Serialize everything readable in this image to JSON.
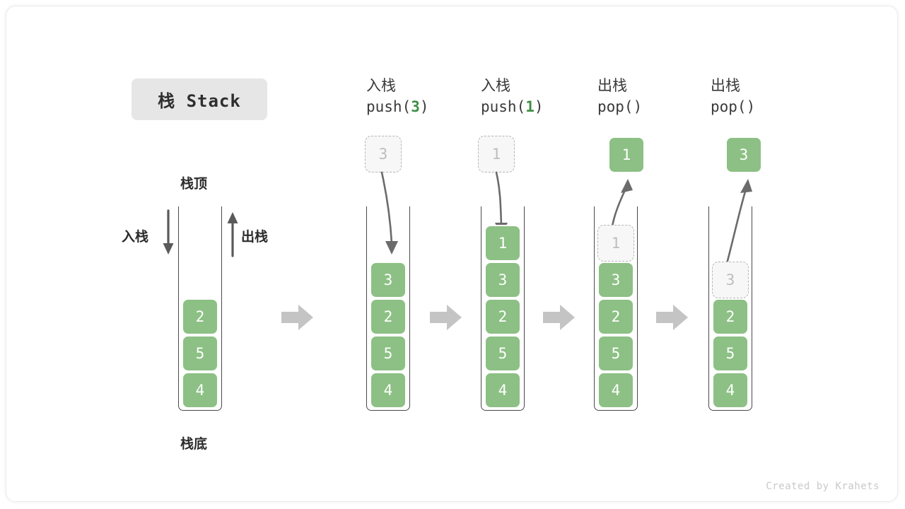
{
  "title_badge": {
    "label": "栈 Stack"
  },
  "labels": {
    "stack_top": "栈顶",
    "stack_bottom": "栈底",
    "push_side": "入栈",
    "pop_side": "出栈"
  },
  "colors": {
    "element_green": "#8cc084",
    "accent_green": "#3f8f46",
    "ghost_fill": "#f7f7f7",
    "ghost_border": "#b5b5b5",
    "wall": "#4a4a4a",
    "separator_arrow": "#c4c4c4",
    "badge_bg": "#e6e6e6",
    "footer_text": "#c9c9c9"
  },
  "initial_stack": {
    "name": "initial",
    "elements": [
      "4",
      "5",
      "2"
    ]
  },
  "steps": [
    {
      "id": "push-3",
      "header_cn": "入栈",
      "code_prefix": "push(",
      "code_value": "3",
      "code_suffix": ")",
      "operation": "push",
      "incoming_value": "3",
      "elements": [
        "4",
        "5",
        "2",
        "3"
      ],
      "ghost_index": null
    },
    {
      "id": "push-1",
      "header_cn": "入栈",
      "code_prefix": "push(",
      "code_value": "1",
      "code_suffix": ")",
      "operation": "push",
      "incoming_value": "1",
      "elements": [
        "4",
        "5",
        "2",
        "3",
        "1"
      ],
      "ghost_index": null
    },
    {
      "id": "pop-1",
      "header_cn": "出栈",
      "code_prefix": "pop(",
      "code_value": "",
      "code_suffix": ")",
      "operation": "pop",
      "outgoing_value": "1",
      "elements": [
        "4",
        "5",
        "2",
        "3",
        "1"
      ],
      "ghost_index": 4
    },
    {
      "id": "pop-3",
      "header_cn": "出栈",
      "code_prefix": "pop(",
      "code_value": "",
      "code_suffix": ")",
      "operation": "pop",
      "outgoing_value": "3",
      "elements": [
        "4",
        "5",
        "2",
        "3"
      ],
      "ghost_index": 3
    }
  ],
  "separators": [
    "arrow-right-icon",
    "arrow-right-icon",
    "arrow-right-icon",
    "arrow-right-icon"
  ],
  "footer": {
    "credit": "Created by Krahets"
  }
}
